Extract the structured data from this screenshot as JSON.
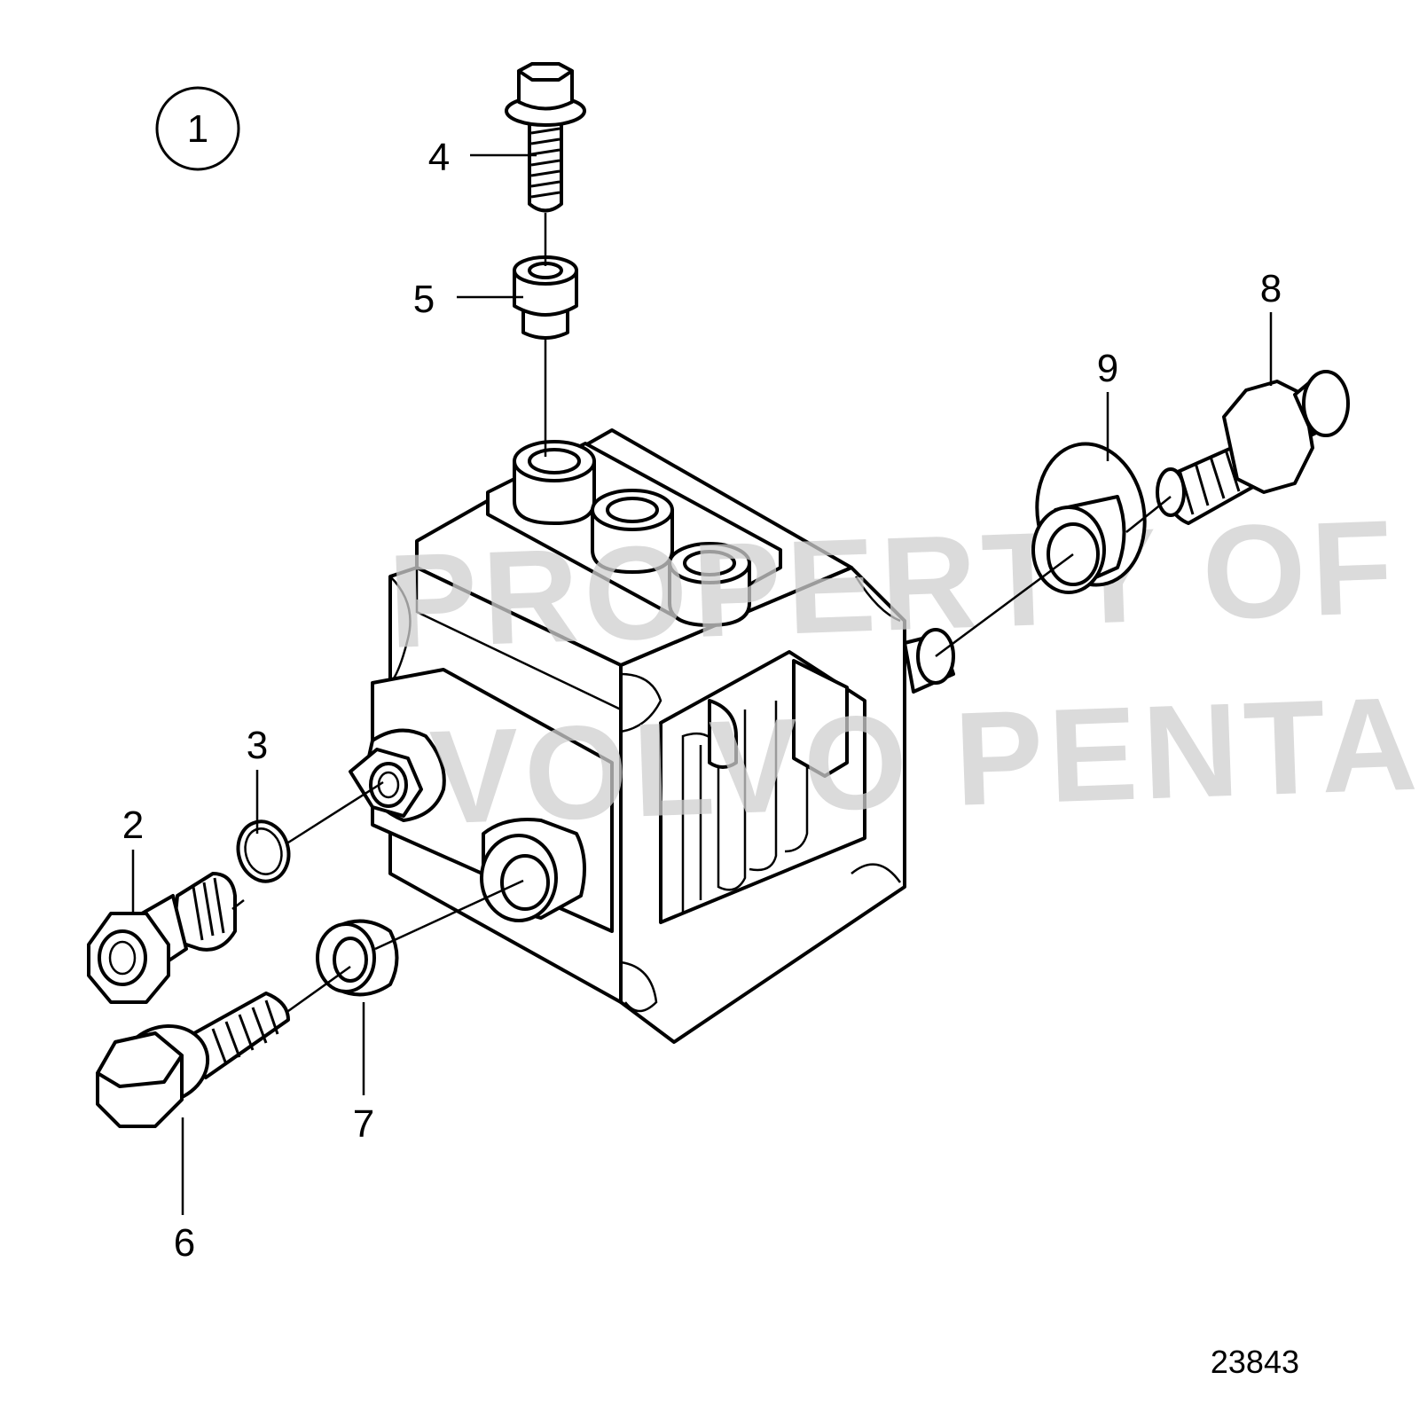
{
  "diagram": {
    "group_marker": "1",
    "figure_number": "23843",
    "watermark": [
      "PROPERTY OF",
      "VOLVO PENTA"
    ],
    "callouts": [
      "2",
      "3",
      "4",
      "5",
      "6",
      "7",
      "8",
      "9"
    ]
  }
}
